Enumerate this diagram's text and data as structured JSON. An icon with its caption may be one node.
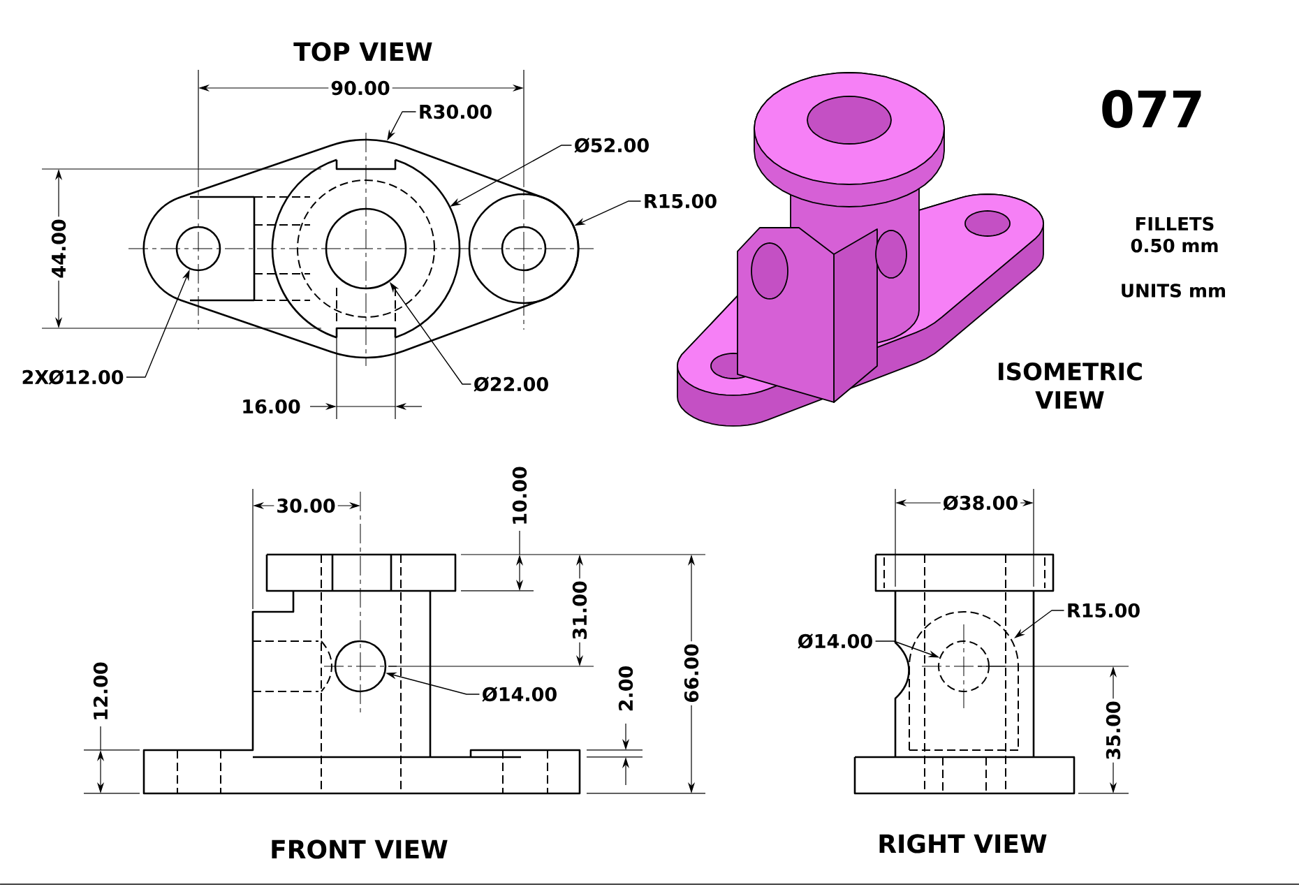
{
  "diagram": {
    "nodes": [
      {
        "text": [
          "R30.00"
        ]
      },
      {
        "text": [
          "Ø52.00"
        ]
      },
      {
        "text": [
          "R15.00"
        ]
      },
      {
        "text": [
          "2XØ12.00"
        ]
      },
      {
        "text": [
          "Ø22.00"
        ]
      },
      {
        "text": [
          "Ø14.00"
        ]
      },
      {
        "text": [
          "Ø14.00"
        ]
      },
      {
        "text": [
          "R15.00"
        ]
      },
      {
        "text": [],
        "shape": "outline"
      },
      {
        "text": [],
        "shape": "circle",
        "in": 8
      },
      {
        "text": [],
        "shape": "circle",
        "in": 8
      },
      {
        "text": [],
        "shape": "circle",
        "in": 8
      },
      {
        "text": [],
        "shape": "circle"
      },
      {
        "text": [],
        "shape": "circle"
      }
    ],
    "edges": [
      {
        "from": 0,
        "to": 8,
        "arrow": "to"
      },
      {
        "from": 1,
        "to": null,
        "arrow": "to"
      },
      {
        "from": 2,
        "to": 11,
        "arrow": "to"
      },
      {
        "from": 3,
        "to": 9,
        "arrow": "to"
      },
      {
        "from": 4,
        "to": 10,
        "arrow": "to"
      },
      {
        "from": 5,
        "to": 12,
        "arrow": "to"
      },
      {
        "from": 6,
        "to": 13,
        "arrow": "to"
      },
      {
        "from": 7,
        "to": null,
        "arrow": "to"
      }
    ],
    "labels": [
      "TOP VIEW",
      "90.00",
      "077",
      "44.00",
      "FILLETS 0.50 mm",
      "UNITS mm",
      "16.00",
      "ISOMETRIC VIEW",
      "30.00",
      "Ø38.00",
      "10.00",
      "31.00",
      "12.00",
      "2.00",
      "66.00",
      "35.00",
      "FRONT VIEW",
      "RIGHT VIEW"
    ]
  }
}
